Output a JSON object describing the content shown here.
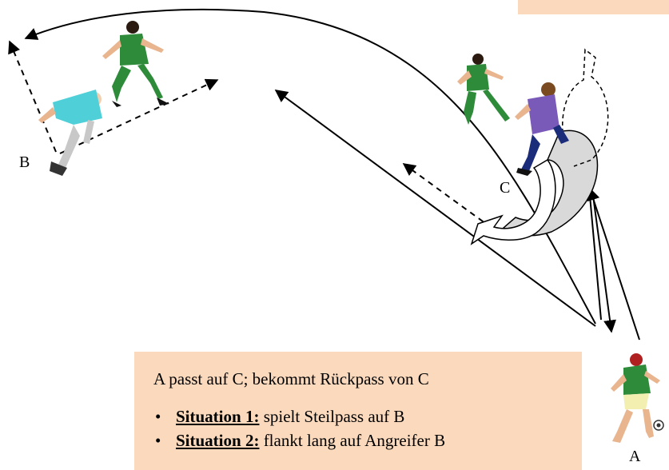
{
  "labels": {
    "a": "A",
    "b": "B",
    "c": "C"
  },
  "info": {
    "line1": "A passt auf C; bekommt Rückpass von C",
    "items": [
      {
        "bullet": "•",
        "title": "Situation 1:",
        "text": " spielt Steilpass auf B"
      },
      {
        "bullet": "•",
        "title": "Situation 2:",
        "text": " flankt lang auf Angreifer B"
      }
    ]
  },
  "colors": {
    "info_box": "#fbd9bd",
    "player_green": "#2e8b3a",
    "player_purple": "#7a5ab8",
    "player_cyan": "#4fd0d8",
    "turn_arrow": "#d9d9d9"
  }
}
